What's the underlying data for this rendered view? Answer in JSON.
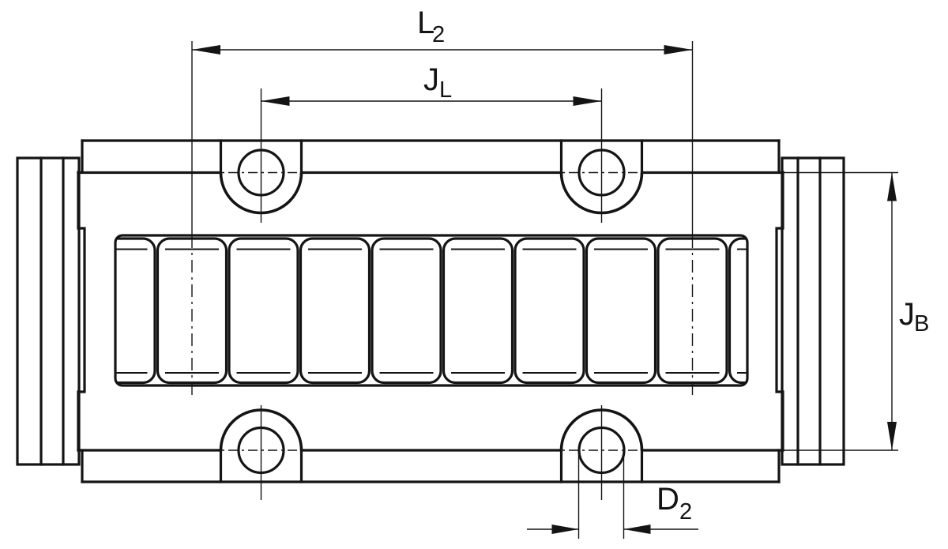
{
  "drawing": {
    "type": "technical-drawing-linear-roller-bearing-carriage-top-view",
    "background_color": "#ffffff",
    "line_color": "#141414",
    "dimensions": {
      "l2": {
        "main": "L",
        "sub": "2"
      },
      "jl": {
        "main": "J",
        "sub": "L"
      },
      "jb": {
        "main": "J",
        "sub": "B"
      },
      "d2": {
        "main": "D",
        "sub": "2"
      }
    }
  }
}
